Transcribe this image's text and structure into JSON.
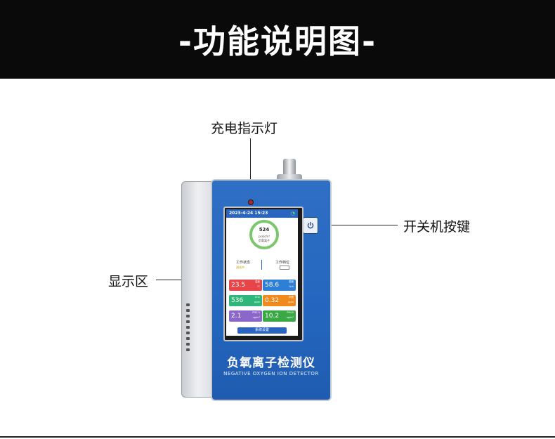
{
  "banner": {
    "title": "-功能说明图-"
  },
  "callouts": {
    "charging_indicator": "充电指示灯",
    "power_button": "开关机按键",
    "display_area": "显示区"
  },
  "device": {
    "name_cn": "负氧离子检测仪",
    "name_en": "NEGATIVE OXYGEN ION DETECTOR",
    "body_color": "#2466bf",
    "screen": {
      "datetime": "2023-4-24  15:23",
      "ion_value": "524",
      "ion_unit": "pcs/cm³",
      "ion_label": "负氧离子",
      "status_label": "工作状态",
      "status_value": "测试中...",
      "gear_label": "工作档位",
      "tiles": [
        {
          "value": "23.5",
          "name": "温度",
          "unit": "℃",
          "color": "#e8454a"
        },
        {
          "value": "58.6",
          "name": "湿度",
          "unit": "%rh",
          "color": "#2e7fd6"
        },
        {
          "value": "536",
          "name": "CO2",
          "unit": "ppm",
          "color": "#2fb67a"
        },
        {
          "value": "0.32",
          "name": "甲醛",
          "unit": "ppm",
          "color": "#f08a1c"
        },
        {
          "value": "2.1",
          "name": "PM2.5",
          "unit": "ug/m³",
          "color": "#8a67c9"
        },
        {
          "value": "10.2",
          "name": "PM10",
          "unit": "ug/m³",
          "color": "#39a845"
        }
      ],
      "settings_button": "系统设置"
    }
  }
}
